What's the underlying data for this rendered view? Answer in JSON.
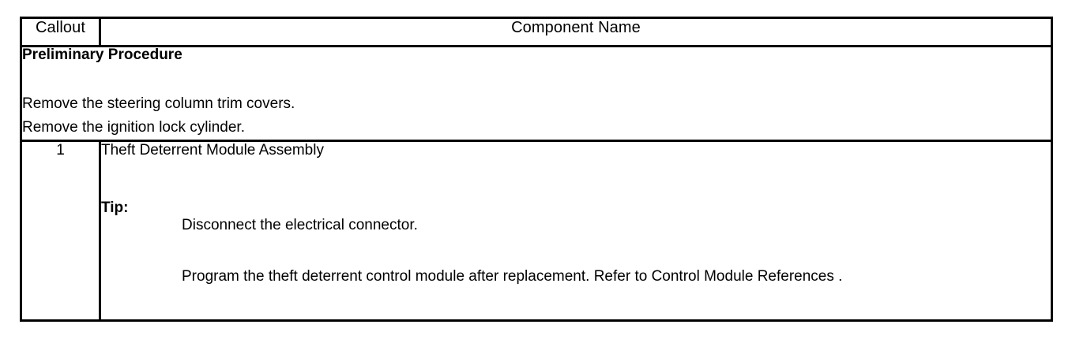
{
  "document": {
    "type": "service-procedure-table",
    "background_color": "#ffffff",
    "text_color": "#000000",
    "border_color": "#000000"
  },
  "table": {
    "header": {
      "callout_label": "Callout",
      "component_label": "Component Name"
    },
    "preliminary_row": {
      "title": "Preliminary Procedure",
      "steps": [
        "Remove the steering column trim covers.",
        "Remove the ignition lock cylinder."
      ]
    },
    "component_rows": [
      {
        "callout": "1",
        "component_name": "Theft Deterrent Module Assembly",
        "tip_label": "Tip:",
        "tip_items": [
          "Disconnect the electrical connector.",
          "Program the theft deterrent control module after replacement. Refer to Control Module References ."
        ]
      }
    ]
  }
}
